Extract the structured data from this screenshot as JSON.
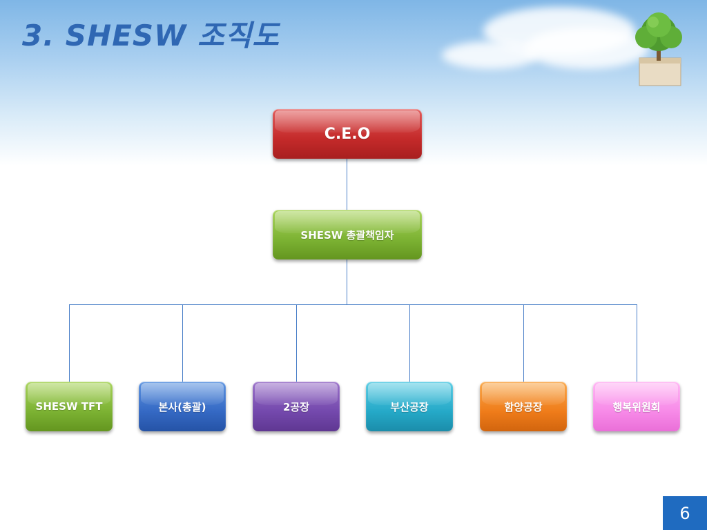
{
  "slide": {
    "title": "3. SHESW 조직도",
    "page_number": "6"
  },
  "org_chart": {
    "ceo": "C.E.O",
    "manager": "SHESW 총괄책임자",
    "departments": [
      {
        "label": "SHESW TFT",
        "color": "#7cb233"
      },
      {
        "label": "본사(총괄)",
        "color": "#3569c4"
      },
      {
        "label": "2공장",
        "color": "#7449ad"
      },
      {
        "label": "부산공장",
        "color": "#25a9c8"
      },
      {
        "label": "함양공장",
        "color": "#ef7c1a"
      },
      {
        "label": "행복위원회",
        "color": "#f78ae8"
      }
    ]
  },
  "colors": {
    "title": "#2f67b3",
    "connector": "#4a7fc8",
    "page_badge": "#1f6bc0"
  },
  "icons": {
    "decoration": "tree-in-box-icon"
  }
}
